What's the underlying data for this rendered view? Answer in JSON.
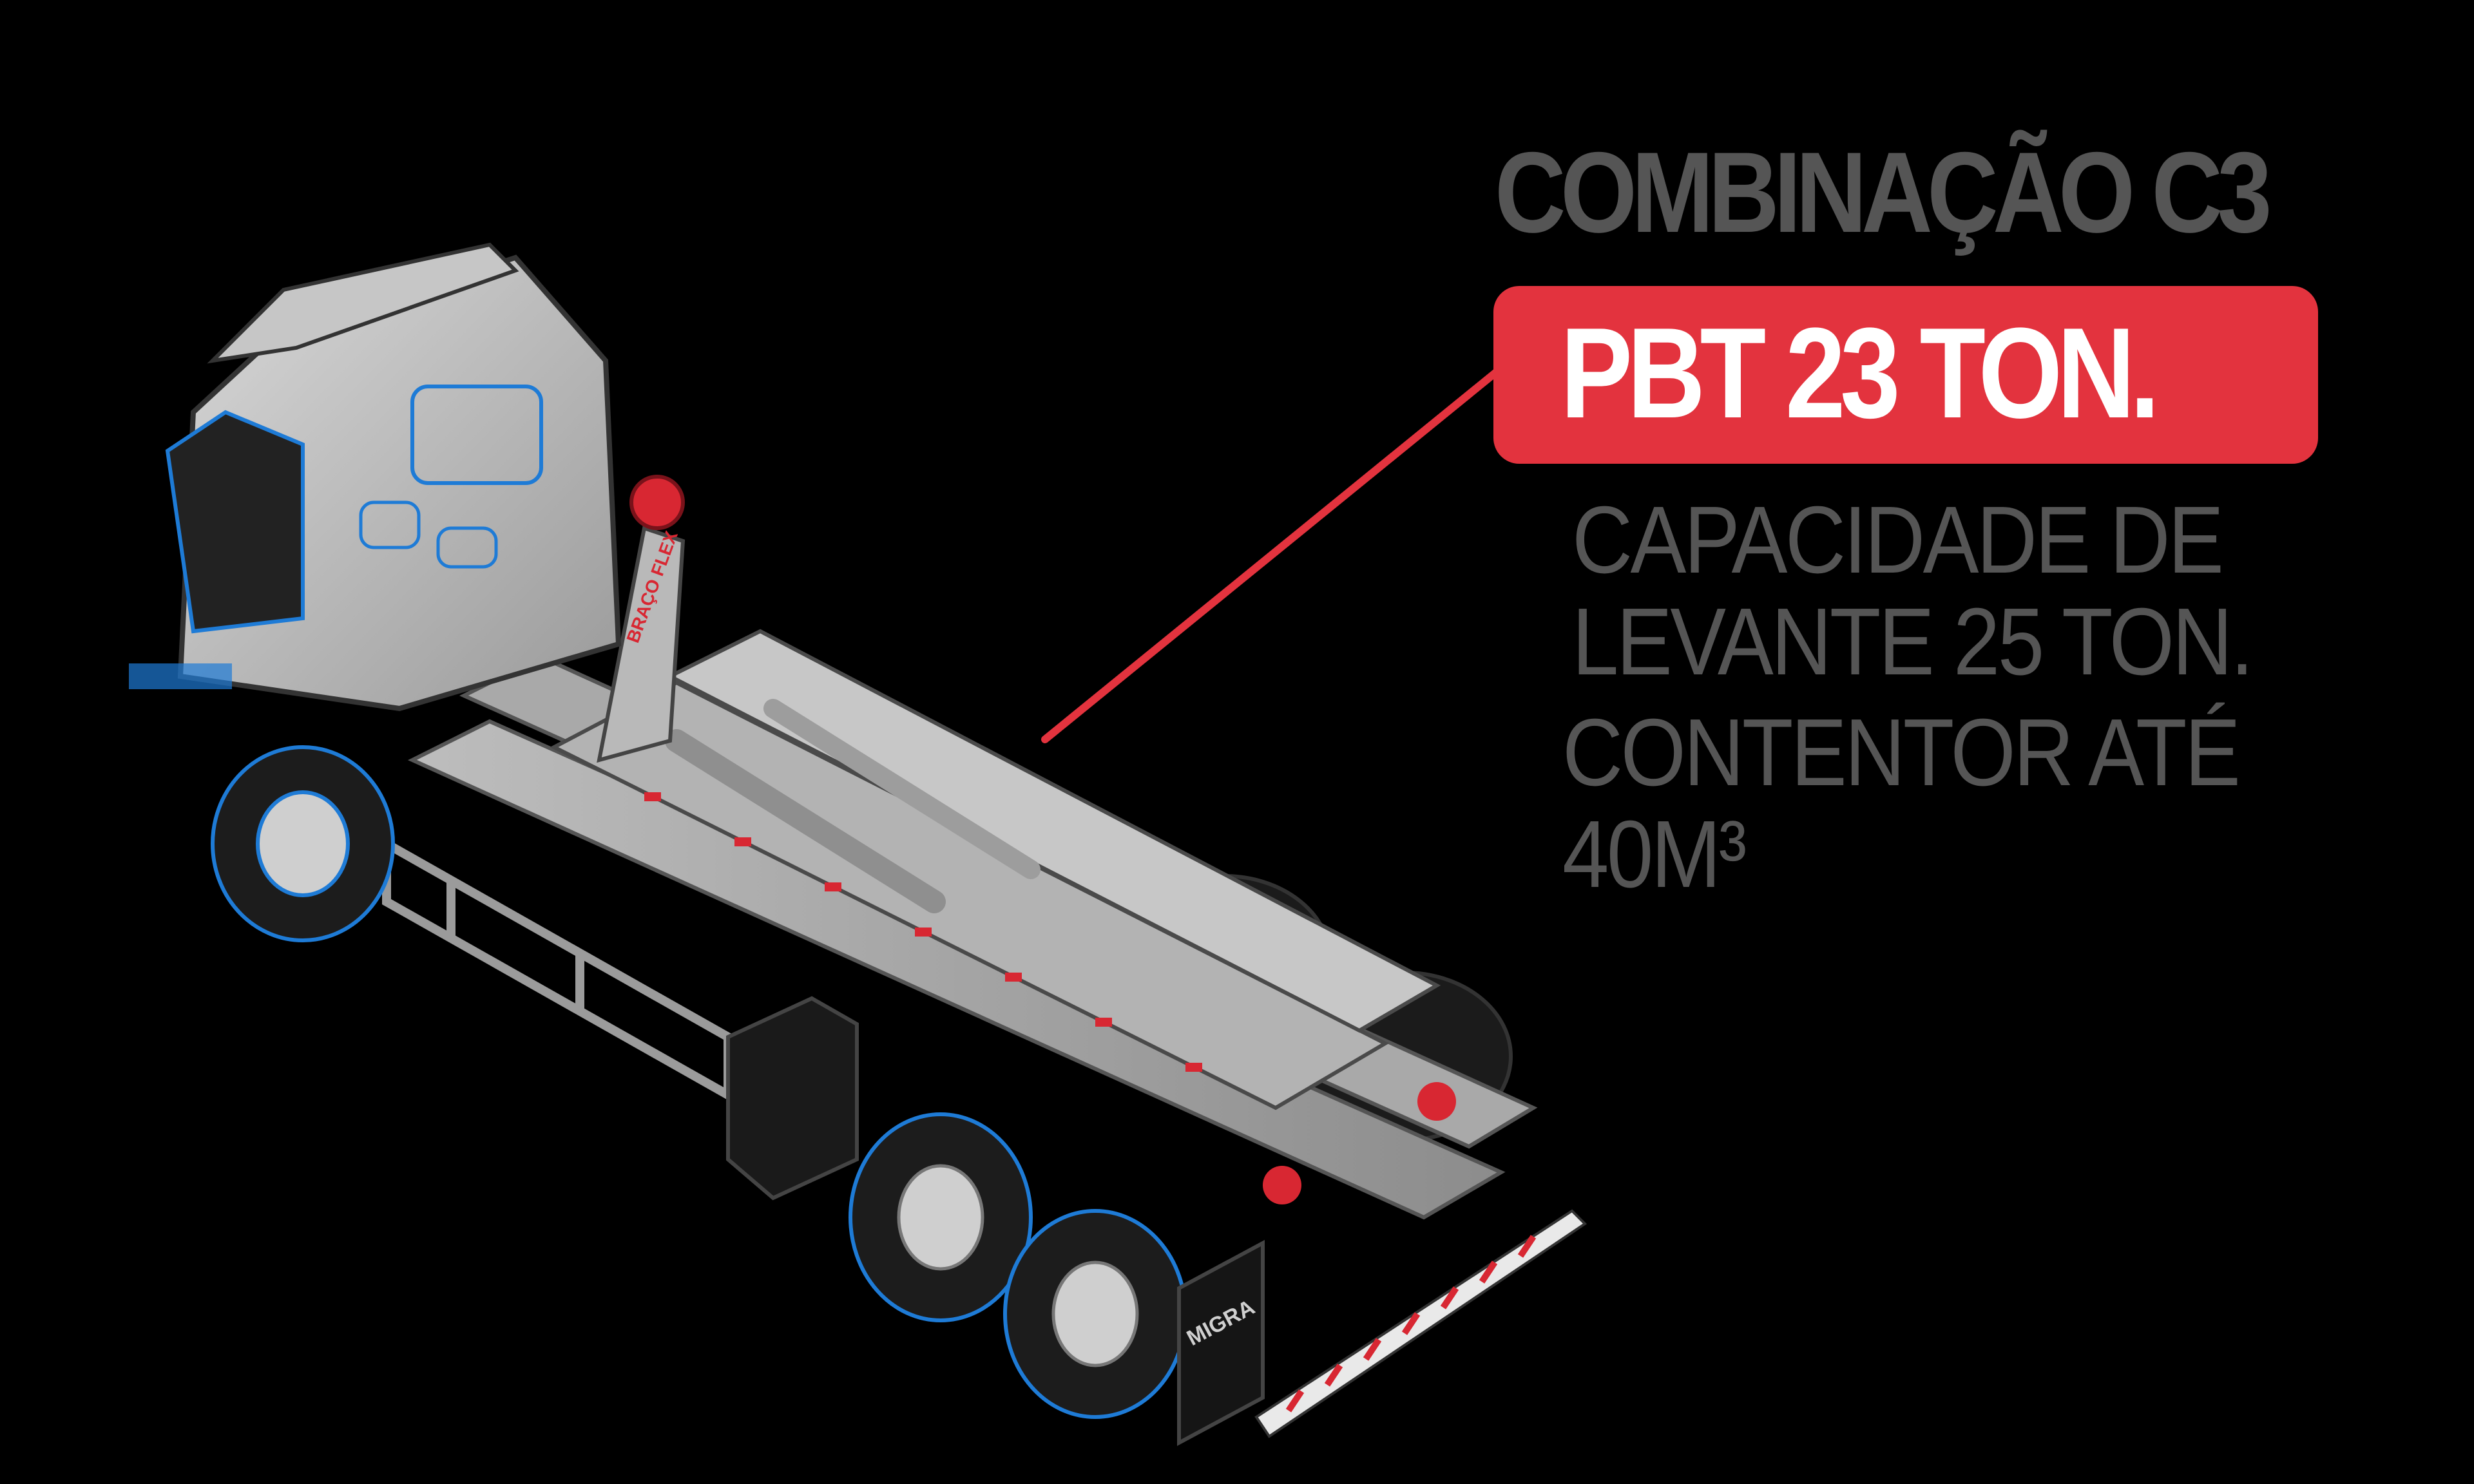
{
  "header": {
    "title": "COMBINAÇÃO C3"
  },
  "badge": {
    "label": "PBT 23 TON.",
    "color": "#e3333e"
  },
  "specs": {
    "capacity": [
      "CAPACIDADE DE",
      "LEVANTE 25 TON."
    ],
    "container": [
      "CONTENTOR ATÉ",
      "40M³"
    ]
  },
  "truck": {
    "arm_brand": "BRAÇO FLEX",
    "mudflap_brand": "MIGRA"
  },
  "colors": {
    "background": "#000000",
    "text_gray": "#555555",
    "accent_red": "#e3333e",
    "highlight_blue": "#1e7bd6"
  }
}
